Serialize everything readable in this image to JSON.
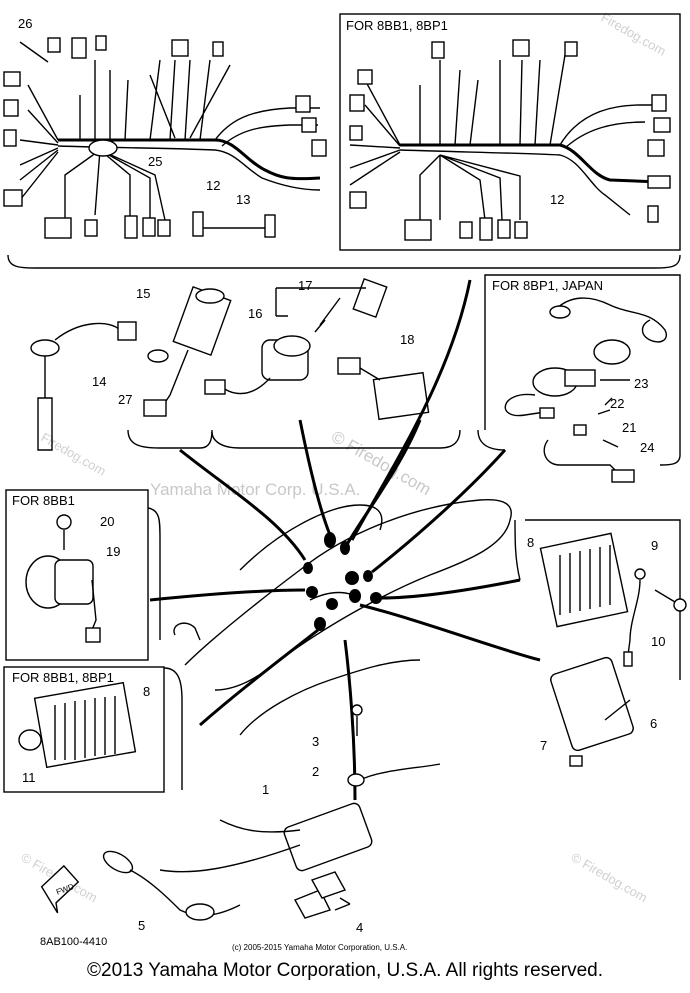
{
  "variant_headers": {
    "harness_alt": "FOR 8BB1, 8BP1",
    "switch_japan": "FOR 8BP1, JAPAN",
    "starter": "FOR 8BB1",
    "rectifier_alt": "FOR 8BB1, 8BP1"
  },
  "callouts": [
    "1",
    "2",
    "3",
    "4",
    "5",
    "6",
    "7",
    "8",
    "9",
    "10",
    "11",
    "12",
    "13",
    "14",
    "15",
    "16",
    "17",
    "18",
    "19",
    "20",
    "21",
    "22",
    "23",
    "24",
    "25",
    "26"
  ],
  "watermark": {
    "brand": "© Firedog.com",
    "brand_short": "Firedog.com",
    "owner": "Yamaha Motor Corp. U.S.A."
  },
  "fwd_label": "FWD",
  "drawing_code": "8AB100-4410",
  "copyright_small": "(c) 2005-2015 Yamaha Motor Corporation, U.S.A.",
  "footer": "©2013 Yamaha Motor Corporation, U.S.A. All rights reserved."
}
